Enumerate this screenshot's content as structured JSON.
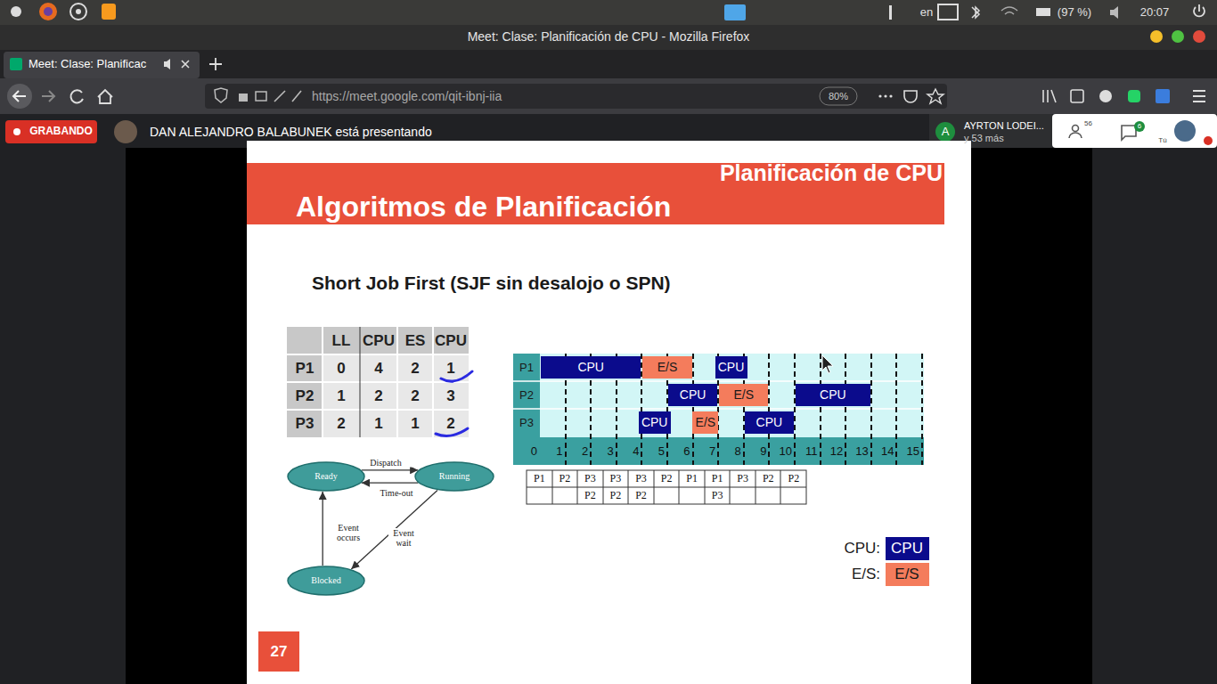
{
  "diagram": {
    "title": "Algoritmos de Planificación",
    "nodes": [
      {
        "text": [
          "GRABANDO"
        ]
      },
      {
        "text": [
          "Ready"
        ]
      },
      {
        "text": [
          "Running"
        ]
      },
      {
        "text": [
          "Blocked"
        ]
      },
      {
        "text": [
          "CPU"
        ]
      },
      {
        "text": [
          "E/S"
        ]
      },
      {
        "text": [
          "CPU"
        ]
      },
      {
        "text": [
          "CPU"
        ]
      },
      {
        "text": [
          "E/S"
        ]
      },
      {
        "text": [
          "CPU"
        ]
      },
      {
        "text": [
          "CPU"
        ]
      },
      {
        "text": [
          "E/S"
        ]
      },
      {
        "text": [
          "CPU"
        ]
      },
      {
        "text": [
          "27"
        ]
      }
    ],
    "edges": [
      {
        "from": 1,
        "to": 2,
        "label": "Dispatch",
        "arrow": "to"
      },
      {
        "from": 2,
        "to": 1,
        "label": "Time-out",
        "arrow": "to"
      },
      {
        "from": 2,
        "to": 3,
        "label": "Event wait",
        "arrow": "to"
      },
      {
        "from": 3,
        "to": 1,
        "label": "Event occurs",
        "arrow": "to"
      }
    ],
    "labels": [
      "en",
      "(97 %)",
      "20:07",
      "Meet: Clase: Planificación de CPU - Mozilla Firefox",
      "Meet: Clase: Planificac",
      "https://meet.google.com/qit-ibnj-iia",
      "80%",
      "DAN ALEJANDRO BALABUNEK está presentando",
      "A",
      "AYRTON LODEI...",
      "y 53 más",
      "56",
      "6",
      "Tú",
      "Planificación de CPU",
      "Short Job First (SJF sin desalojo o SPN)",
      "LL",
      "CPU",
      "ES",
      "CPU",
      "P1",
      "0",
      "4",
      "2",
      "1",
      "P2",
      "1",
      "2",
      "2",
      "3",
      "P3",
      "2",
      "1",
      "1",
      "2",
      "P1",
      "P2",
      "P3",
      "0",
      "1",
      "2",
      "3",
      "4",
      "5",
      "6",
      "7",
      "8",
      "9",
      "10",
      "11",
      "12",
      "13",
      "14",
      "15",
      "P1",
      "P2",
      "P3",
      "P3",
      "P3",
      "P2",
      "P1",
      "P1",
      "P3",
      "P2",
      "P2",
      "P2",
      "P2",
      "P2",
      "P3",
      "CPU",
      "E/S"
    ],
    "legend": [
      {
        "text": "CPU:",
        "color": "#0b0b8c"
      },
      {
        "text": "E/S:",
        "color": "#f47c5c"
      }
    ]
  }
}
